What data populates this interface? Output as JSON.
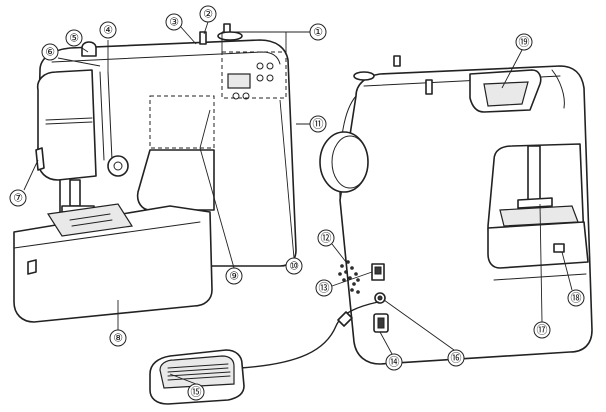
{
  "callouts": [
    {
      "id": "1",
      "label": "①"
    },
    {
      "id": "2",
      "label": "②"
    },
    {
      "id": "3",
      "label": "③"
    },
    {
      "id": "4",
      "label": "④"
    },
    {
      "id": "5",
      "label": "⑤"
    },
    {
      "id": "6",
      "label": "⑥"
    },
    {
      "id": "7",
      "label": "⑦"
    },
    {
      "id": "8",
      "label": "⑧"
    },
    {
      "id": "9",
      "label": "⑨"
    },
    {
      "id": "10",
      "label": "⑩"
    },
    {
      "id": "11",
      "label": "⑪"
    },
    {
      "id": "12",
      "label": "⑫"
    },
    {
      "id": "13",
      "label": "⑬"
    },
    {
      "id": "14",
      "label": "⑭"
    },
    {
      "id": "15",
      "label": "⑮"
    },
    {
      "id": "16",
      "label": "⑯"
    },
    {
      "id": "17",
      "label": "⑰"
    },
    {
      "id": "18",
      "label": "⑱"
    },
    {
      "id": "19",
      "label": "⑲"
    }
  ]
}
